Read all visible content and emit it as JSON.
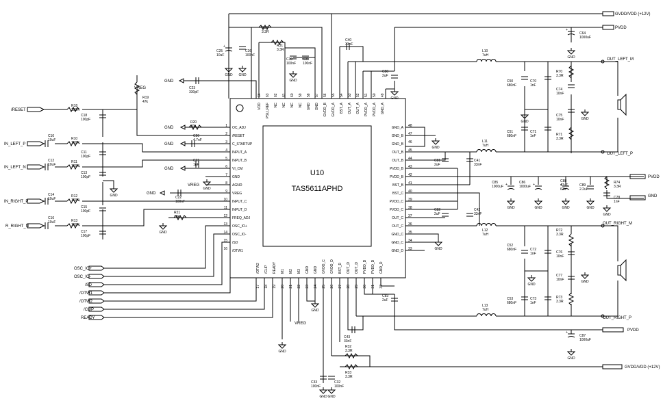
{
  "chip": {
    "ref": "U10",
    "part": "TAS5611APHD",
    "top_pins": [
      {
        "num": "64",
        "name": "VDD"
      },
      {
        "num": "63",
        "name": "PSU_REF"
      },
      {
        "num": "62",
        "name": "NC"
      },
      {
        "num": "61",
        "name": "NC"
      },
      {
        "num": "60",
        "name": "NC"
      },
      {
        "num": "59",
        "name": "NC"
      },
      {
        "num": "58",
        "name": "GND"
      },
      {
        "num": "57",
        "name": "GND"
      },
      {
        "num": "56",
        "name": "GVDD_B"
      },
      {
        "num": "55",
        "name": "GVDD_A"
      },
      {
        "num": "54",
        "name": "BST_A"
      },
      {
        "num": "53",
        "name": "OUT_A"
      },
      {
        "num": "52",
        "name": "OUT_A"
      },
      {
        "num": "51",
        "name": "PVDD_A"
      },
      {
        "num": "50",
        "name": "PVDD_A"
      },
      {
        "num": "49",
        "name": "GND_A"
      }
    ],
    "left_pins": [
      {
        "num": "1",
        "name": "OC_ADJ"
      },
      {
        "num": "2",
        "name": "/RESET"
      },
      {
        "num": "3",
        "name": "C_STARTUP"
      },
      {
        "num": "4",
        "name": "INPUT_A"
      },
      {
        "num": "5",
        "name": "INPUT_B"
      },
      {
        "num": "6",
        "name": "VI_CM"
      },
      {
        "num": "7",
        "name": "GND"
      },
      {
        "num": "8",
        "name": "AGND"
      },
      {
        "num": "9",
        "name": "VREG"
      },
      {
        "num": "10",
        "name": "INPUT_C"
      },
      {
        "num": "11",
        "name": "INPUT_D"
      },
      {
        "num": "12",
        "name": "FREQ_ADJ"
      },
      {
        "num": "13",
        "name": "OSC_IO+"
      },
      {
        "num": "14",
        "name": "OSC_IO-"
      },
      {
        "num": "15",
        "name": "/SD"
      },
      {
        "num": "16",
        "name": "/OTW1"
      }
    ],
    "right_pins": [
      {
        "num": "48",
        "name": "GND_A"
      },
      {
        "num": "47",
        "name": "GND_B"
      },
      {
        "num": "46",
        "name": "GND_B"
      },
      {
        "num": "45",
        "name": "OUT_B"
      },
      {
        "num": "44",
        "name": "OUT_B"
      },
      {
        "num": "43",
        "name": "PVDD_B"
      },
      {
        "num": "42",
        "name": "PVDD_B"
      },
      {
        "num": "41",
        "name": "BST_B"
      },
      {
        "num": "40",
        "name": "BST_C"
      },
      {
        "num": "39",
        "name": "PVDD_C"
      },
      {
        "num": "38",
        "name": "PVDD_C"
      },
      {
        "num": "37",
        "name": "OUT_C"
      },
      {
        "num": "36",
        "name": "OUT_C"
      },
      {
        "num": "35",
        "name": "GND_C"
      },
      {
        "num": "34",
        "name": "GND_C"
      },
      {
        "num": "33",
        "name": "GND_D"
      }
    ],
    "bottom_pins": [
      {
        "num": "17",
        "name": "/OTW2"
      },
      {
        "num": "18",
        "name": "/CLIP"
      },
      {
        "num": "19",
        "name": "READY"
      },
      {
        "num": "20",
        "name": "M1"
      },
      {
        "num": "21",
        "name": "M2"
      },
      {
        "num": "22",
        "name": "M3"
      },
      {
        "num": "23",
        "name": "GND"
      },
      {
        "num": "24",
        "name": "GND"
      },
      {
        "num": "25",
        "name": "GVDD_C"
      },
      {
        "num": "26",
        "name": "GVDD_D"
      },
      {
        "num": "27",
        "name": "BST_D"
      },
      {
        "num": "28",
        "name": "OUT_D"
      },
      {
        "num": "29",
        "name": "OUT_D"
      },
      {
        "num": "30",
        "name": "PVDD_D"
      },
      {
        "num": "31",
        "name": "PVDD_D"
      },
      {
        "num": "32",
        "name": "GND_D"
      }
    ]
  },
  "left_ports": [
    {
      "label": "/RESET"
    },
    {
      "label": "IN_LEFT_P"
    },
    {
      "label": "IN_LEFT_N"
    },
    {
      "label": "IN_RIGHT_P"
    },
    {
      "label": "R_RIGHT_N"
    }
  ],
  "bottom_left_ports": [
    {
      "label": "OSC_IO+"
    },
    {
      "label": "OSC_IO-"
    },
    {
      "label": "/SD"
    },
    {
      "label": "/OTW1"
    },
    {
      "label": "/OTW2"
    },
    {
      "label": "/CLIP"
    },
    {
      "label": "READY"
    }
  ],
  "right_ports": {
    "gvdd_top": "GVDD/VDD (+12V)",
    "pvdd_top": "PVDD",
    "out_left_m": "OUT_LEFT_M",
    "out_left_p": "OUT_LEFT_P",
    "pvdd_mid": "PVDD",
    "gnd_mid": "GND",
    "out_right_m": "OUT_RIGHT_M",
    "out_right_p": "OUT_RIGHT_P",
    "pvdd_bot": "PVDD",
    "gvdd_bot": "GVDD/VDD (+12V)"
  },
  "nets": {
    "gnd": "GND",
    "vreg": "VREG",
    "pvdd": "PVDD"
  },
  "components": {
    "r18": {
      "ref": "R18",
      "val": "100R"
    },
    "c18": {
      "ref": "C18",
      "val": "100pF"
    },
    "r19": {
      "ref": "R19",
      "val": "47k"
    },
    "c10": {
      "ref": "C10",
      "val": "10uF"
    },
    "r10": {
      "ref": "R10",
      "val": "100R"
    },
    "c11": {
      "ref": "C11",
      "val": "100pF"
    },
    "c12": {
      "ref": "C12",
      "val": "10uF"
    },
    "r11": {
      "ref": "R11",
      "val": "100R"
    },
    "c13": {
      "ref": "C13",
      "val": "100pF"
    },
    "c14": {
      "ref": "C14",
      "val": "10uF"
    },
    "r12": {
      "ref": "R12",
      "val": "100R"
    },
    "c15": {
      "ref": "C15",
      "val": "100pF"
    },
    "c16": {
      "ref": "C16",
      "val": "10uF"
    },
    "r13": {
      "ref": "R13",
      "val": "100R"
    },
    "c17": {
      "ref": "C17",
      "val": "100pF"
    },
    "r20": {
      "ref": "R20",
      "val": "30k"
    },
    "c20": {
      "ref": "C20",
      "val": "4.7nF"
    },
    "c21": {
      "ref": "C21",
      "val": "1nF"
    },
    "c22": {
      "ref": "C22",
      "val": "100nF"
    },
    "r21": {
      "ref": "R21",
      "val": "10k"
    },
    "c23": {
      "ref": "C23",
      "val": "330pF"
    },
    "c25": {
      "ref": "C25",
      "val": "10uF"
    },
    "c26": {
      "ref": "C26",
      "val": "100nF"
    },
    "r30": {
      "ref": "R30",
      "val": "3.3R"
    },
    "r31": {
      "ref": "R31",
      "val": "3.3R"
    },
    "c30": {
      "ref": "C30",
      "val": "100nF"
    },
    "c31": {
      "ref": "C31",
      "val": "100nF"
    },
    "c40": {
      "ref": "C40",
      "val": "33nF"
    },
    "c80": {
      "ref": "C80",
      "val": "2uF"
    },
    "c81": {
      "ref": "C81",
      "val": "2uF"
    },
    "c41": {
      "ref": "C41",
      "val": "33nF"
    },
    "c82": {
      "ref": "C82",
      "val": "2uF"
    },
    "c42": {
      "ref": "C42",
      "val": "33nF"
    },
    "c83": {
      "ref": "C83",
      "val": "2uF"
    },
    "c43": {
      "ref": "C43",
      "val": "33nF"
    },
    "r32": {
      "ref": "R32",
      "val": "3.3R"
    },
    "r33": {
      "ref": "R33",
      "val": "3.3R"
    },
    "c33": {
      "ref": "C33",
      "val": "100nF"
    },
    "c32": {
      "ref": "C32",
      "val": "100nF"
    },
    "l10": {
      "ref": "L10",
      "val": "7uH"
    },
    "l11": {
      "ref": "L11",
      "val": "7uH"
    },
    "l12": {
      "ref": "L12",
      "val": "7uH"
    },
    "l13": {
      "ref": "L13",
      "val": "7uH"
    },
    "c64": {
      "ref": "C64",
      "val": "1000uF"
    },
    "c87": {
      "ref": "C87",
      "val": "1000uF"
    },
    "c50": {
      "ref": "C50",
      "val": "680nF"
    },
    "c51": {
      "ref": "C51",
      "val": "680nF"
    },
    "c70": {
      "ref": "C70",
      "val": "1nF"
    },
    "c71": {
      "ref": "C71",
      "val": "1nF"
    },
    "r70": {
      "ref": "R70",
      "val": "3.3R"
    },
    "c74": {
      "ref": "C74",
      "val": "10nF"
    },
    "c75": {
      "ref": "C75",
      "val": "10nF"
    },
    "r71": {
      "ref": "R71",
      "val": "3.3R"
    },
    "c85": {
      "ref": "C85",
      "val": "1000uF"
    },
    "c86": {
      "ref": "C86",
      "val": "1000uF"
    },
    "c88": {
      "ref": "C88",
      "val": "47uF"
    },
    "c88b": {
      "ref": "",
      "val": "63V"
    },
    "c89": {
      "ref": "C89",
      "val": "2.2uF"
    },
    "r74": {
      "ref": "R74",
      "val": "3.3R"
    },
    "c78": {
      "ref": "C78",
      "val": "1nF"
    },
    "c52": {
      "ref": "C52",
      "val": "680nF"
    },
    "c53": {
      "ref": "C53",
      "val": "680nF"
    },
    "c72": {
      "ref": "C72",
      "val": "1nF"
    },
    "c73": {
      "ref": "C73",
      "val": "1nF"
    },
    "r72": {
      "ref": "R72",
      "val": "3.3R"
    },
    "c76": {
      "ref": "C76",
      "val": "10nF"
    },
    "c77": {
      "ref": "C77",
      "val": "10nF"
    },
    "r73": {
      "ref": "R73",
      "val": "3.3R"
    }
  }
}
